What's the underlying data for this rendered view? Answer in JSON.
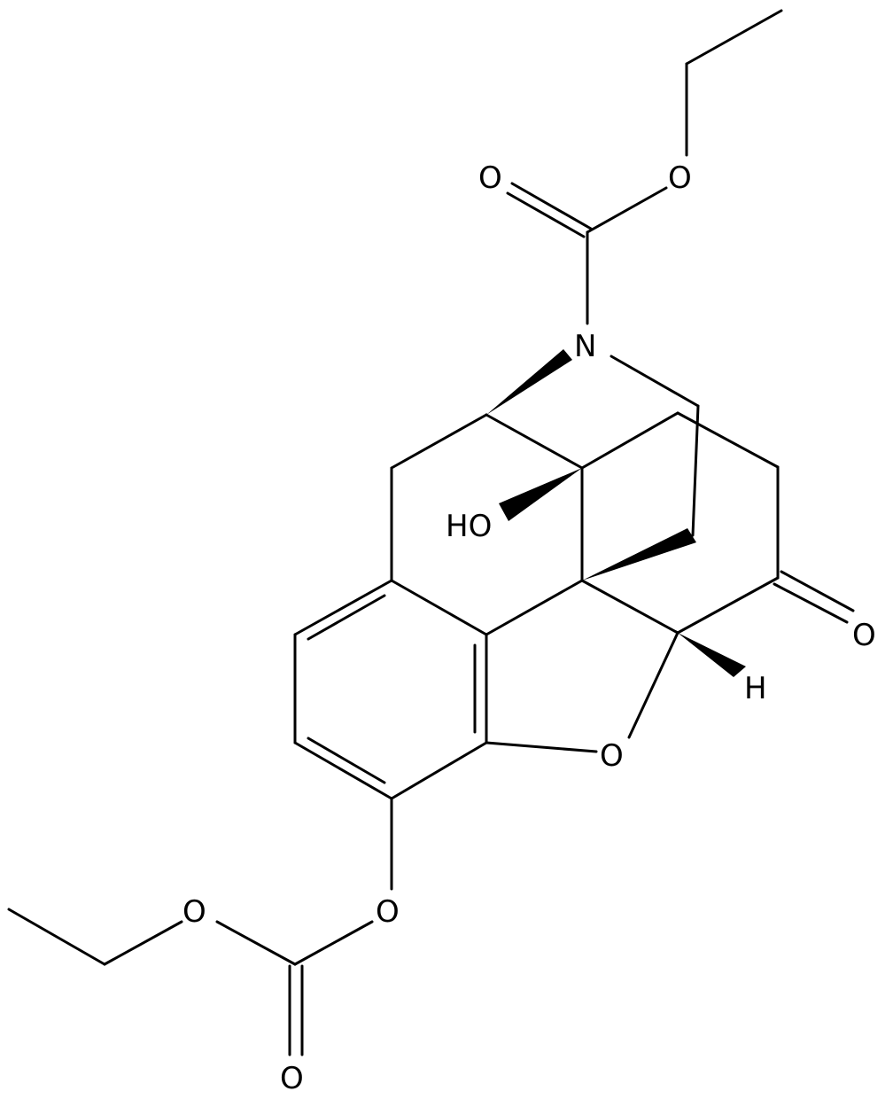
{
  "atoms": {
    "o_ester_double": "O",
    "o_ester_single": "O",
    "n_amine": "N",
    "hydroxyl": "HO",
    "o_ketone": "O",
    "h_stereo": "H",
    "o_furan": "O",
    "o_aryl": "O",
    "o_carbonate": "O",
    "o_carbonate_double": "O"
  }
}
